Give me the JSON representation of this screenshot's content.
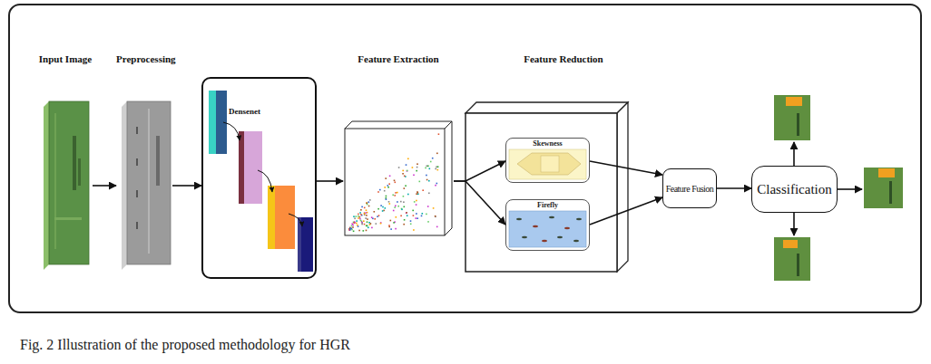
{
  "diagram": {
    "caption": "Fig. 2 Illustration of the proposed methodology for HGR",
    "nodes": [
      {
        "text": [
          "Input Image"
        ]
      },
      {
        "text": [
          "Preprocessing"
        ]
      },
      {
        "text": [
          "Densenet"
        ]
      },
      {
        "text": [
          "Feature Extraction"
        ]
      },
      {
        "text": [
          "Feature Reduction"
        ]
      },
      {
        "text": [
          "Skewness"
        ],
        "in": 4
      },
      {
        "text": [
          "Firefly"
        ],
        "in": 4
      },
      {
        "text": [
          "Feature Fusion"
        ]
      },
      {
        "text": [
          "Classification"
        ]
      }
    ],
    "edges": [
      {
        "from": 0,
        "to": 1,
        "arrow": "to"
      },
      {
        "from": 1,
        "to": 2,
        "arrow": "to"
      },
      {
        "from": 2,
        "to": 3,
        "arrow": "to"
      },
      {
        "from": 3,
        "to": 5,
        "arrow": "to"
      },
      {
        "from": 3,
        "to": 6,
        "arrow": "to"
      },
      {
        "from": 5,
        "to": 7,
        "arrow": "to"
      },
      {
        "from": 6,
        "to": 7,
        "arrow": "to"
      },
      {
        "from": 7,
        "to": 8,
        "arrow": "to"
      }
    ]
  }
}
